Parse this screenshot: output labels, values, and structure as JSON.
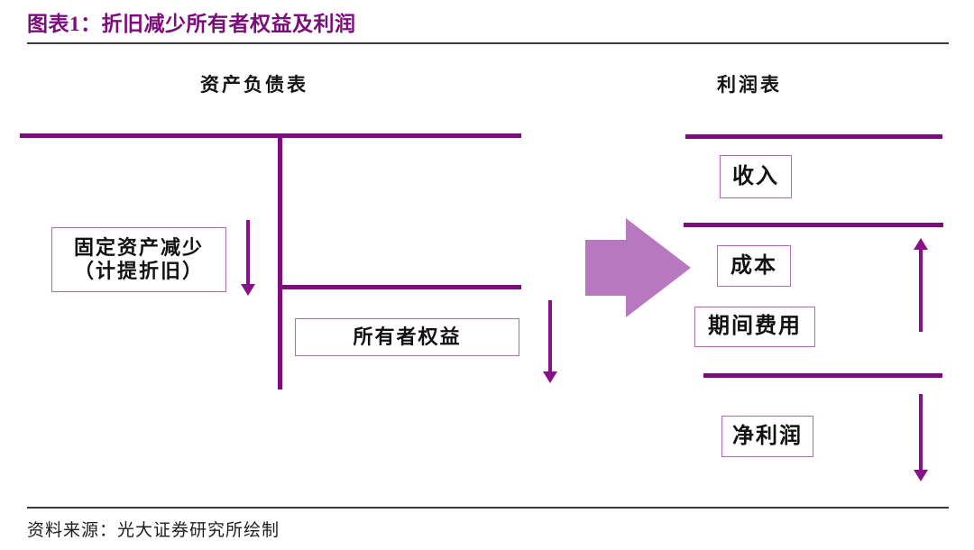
{
  "figure": {
    "title": "图表1：折旧减少所有者权益及利润",
    "source_note": "资料来源：光大证券研究所绘制",
    "accent_dark": "#7B0C7B",
    "accent_light": "#B878C0",
    "box_border": "#B06BB6",
    "rule_color": "#3a3a3a"
  },
  "diagram": {
    "type": "flow-diagram",
    "left_panel": {
      "heading": "资产负债表",
      "boxes": [
        {
          "id": "fixed-assets",
          "label": "固定资产减少\n（计提折旧）"
        },
        {
          "id": "owners-equity",
          "label": "所有者权益"
        }
      ],
      "arrows": [
        {
          "id": "assets-decrease-arrow",
          "direction": "down"
        },
        {
          "id": "equity-decrease-arrow",
          "direction": "down"
        }
      ]
    },
    "connector": {
      "id": "flow-arrow",
      "direction": "right"
    },
    "right_panel": {
      "heading": "利润表",
      "boxes": [
        {
          "id": "revenue",
          "label": "收入"
        },
        {
          "id": "cost",
          "label": "成本"
        },
        {
          "id": "period-expense",
          "label": "期间费用"
        },
        {
          "id": "net-profit",
          "label": "净利润"
        }
      ],
      "arrows": [
        {
          "id": "cost-increase-arrow",
          "direction": "up"
        },
        {
          "id": "profit-decrease-arrow",
          "direction": "down"
        }
      ]
    }
  }
}
